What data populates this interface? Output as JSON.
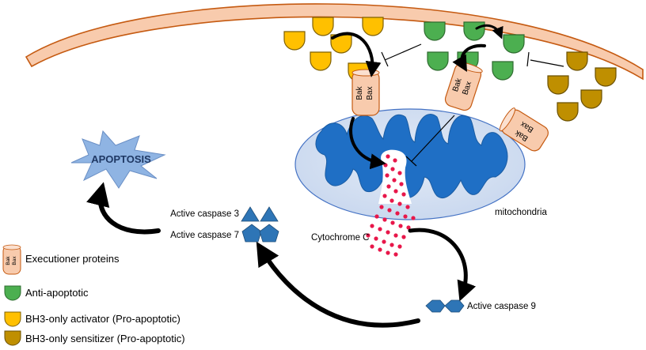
{
  "colors": {
    "membrane_fill": "#f8cbad",
    "membrane_stroke": "#c55a11",
    "mito_outer": "#dae3f3",
    "mito_stroke": "#2f5597",
    "mito_inner": "#1f6fc5",
    "executioner_fill": "#f8cbad",
    "executioner_stroke": "#c55a11",
    "anti_apoptotic": "#4caf50",
    "activator": "#ffc000",
    "sensitizer": "#bf8f00",
    "cytochrome": "#e8174a",
    "caspase": "#2e75b6",
    "apoptosis_star": "#8fb4e3",
    "arrow": "#000000"
  },
  "labels": {
    "apoptosis": "APOPTOSIS",
    "mitochondria": "mitochondria",
    "cytochrome_c": "Cytochrome C",
    "active_caspase_3": "Active caspase 3",
    "active_caspase_7": "Active caspase 7",
    "active_caspase_9": "Active caspase 9",
    "bak": "Bak",
    "bax": "Bax"
  },
  "legend": [
    {
      "label": "Executioner proteins",
      "icon": "executioner-protein-icon"
    },
    {
      "label": "Anti-apoptotic",
      "icon": "anti-apoptotic-icon"
    },
    {
      "label": "BH3-only activator (Pro-apoptotic)",
      "icon": "bh3-activator-icon"
    },
    {
      "label": "BH3-only sensitizer (Pro-apoptotic)",
      "icon": "bh3-sensitizer-icon"
    }
  ]
}
